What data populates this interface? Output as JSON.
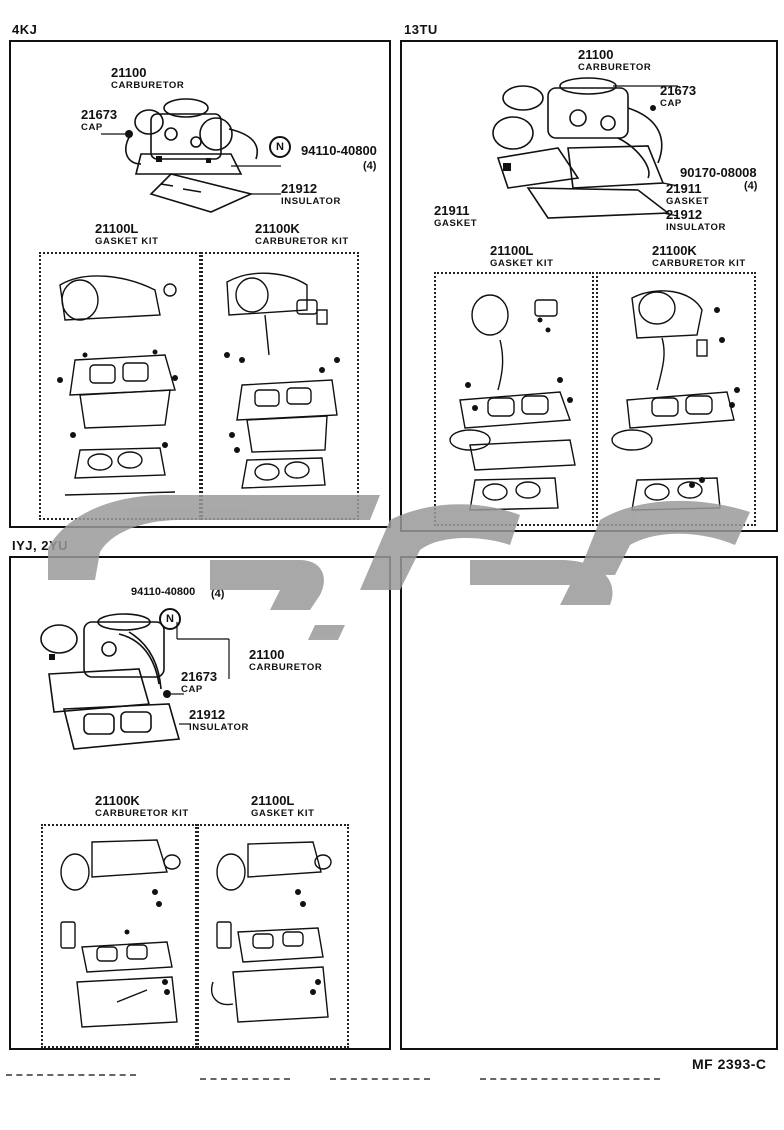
{
  "panels": {
    "p4kj": {
      "engine": "4KJ",
      "carburetor": {
        "num": "21100",
        "desc": "CARBURETOR"
      },
      "cap": {
        "num": "21673",
        "desc": "CAP"
      },
      "bolt": {
        "num": "94110-40800",
        "qty": "(4)",
        "symbol": "N"
      },
      "insulator": {
        "num": "21912",
        "desc": "INSULATOR"
      },
      "kit_left": {
        "num": "21100L",
        "desc": "GASKET KIT"
      },
      "kit_right": {
        "num": "21100K",
        "desc": "CARBURETOR KIT"
      }
    },
    "p13tu": {
      "engine": "13TU",
      "carburetor": {
        "num": "21100",
        "desc": "CARBURETOR"
      },
      "cap": {
        "num": "21673",
        "desc": "CAP"
      },
      "nut": {
        "num": "90170-08008",
        "qty": "(4)"
      },
      "gasket_a": {
        "num": "21911",
        "desc": "GASKET"
      },
      "gasket_b": {
        "num": "21911",
        "desc": "GASKET"
      },
      "insulator": {
        "num": "21912",
        "desc": "INSULATOR"
      },
      "kit_left": {
        "num": "21100L",
        "desc": "GASKET KIT"
      },
      "kit_right": {
        "num": "21100K",
        "desc": "CARBURETOR KIT"
      }
    },
    "p1yj": {
      "engine": "IYJ, 2YU",
      "bolt": {
        "num": "94110-40800",
        "qty": "(4)",
        "symbol": "N"
      },
      "carburetor": {
        "num": "21100",
        "desc": "CARBURETOR"
      },
      "cap": {
        "num": "21673",
        "desc": "CAP"
      },
      "insulator": {
        "num": "21912",
        "desc": "INSULATOR"
      },
      "kit_left": {
        "num": "21100K",
        "desc": "CARBURETOR KIT"
      },
      "kit_right": {
        "num": "21100L",
        "desc": "GASKET KIT"
      }
    }
  },
  "footer": {
    "code": "MF  2393-C"
  },
  "colors": {
    "ink": "#111111",
    "watermark": "#9a9a9a",
    "paper": "#ffffff"
  }
}
